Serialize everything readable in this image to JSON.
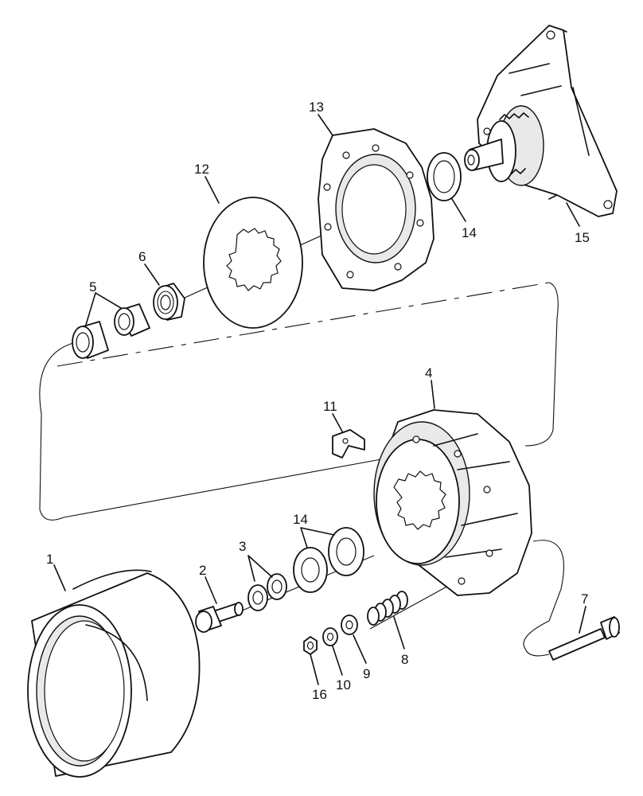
{
  "callouts": {
    "c1": "1",
    "c2": "2",
    "c3": "3",
    "c4": "4",
    "c5": "5",
    "c6": "6",
    "c7": "7",
    "c8": "8",
    "c9": "9",
    "c10": "10",
    "c11": "11",
    "c12": "12",
    "c13": "13",
    "c14a": "14",
    "c14b": "14",
    "c15": "15",
    "c16": "16"
  }
}
